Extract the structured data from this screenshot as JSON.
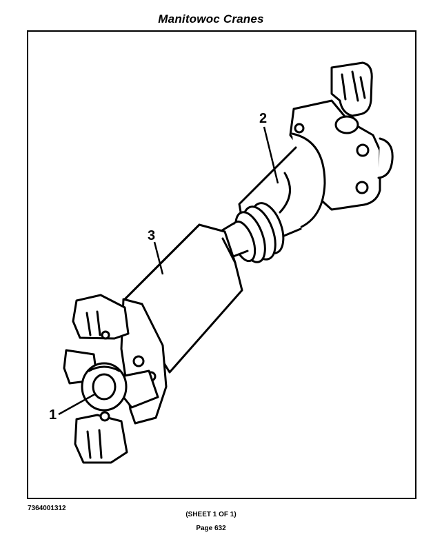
{
  "header": {
    "title": "Manitowoc Cranes"
  },
  "figure": {
    "callouts": {
      "one": "1",
      "two": "2",
      "three": "3"
    }
  },
  "footer": {
    "part_number": "7364001312",
    "sheet": "(SHEET 1 OF 1)",
    "page": "Page 632"
  }
}
